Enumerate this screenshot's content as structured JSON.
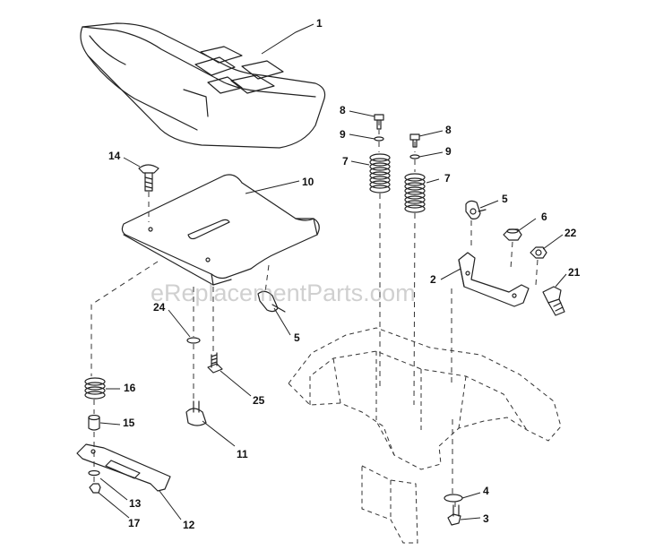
{
  "watermark": "eReplacementParts.com",
  "callouts": {
    "c1": "1",
    "c8a": "8",
    "c9a": "9",
    "c7a": "7",
    "c8b": "8",
    "c9b": "9",
    "c7b": "7",
    "c14": "14",
    "c10": "10",
    "c5a": "5",
    "c6": "6",
    "c22": "22",
    "c21": "21",
    "c2": "2",
    "c24": "24",
    "c5b": "5",
    "c16": "16",
    "c25": "25",
    "c15": "15",
    "c11": "11",
    "c4": "4",
    "c3": "3",
    "c13": "13",
    "c12": "12",
    "c17": "17"
  },
  "colors": {
    "line": "#222222",
    "dash": "#333333",
    "watermark": "#969696"
  }
}
